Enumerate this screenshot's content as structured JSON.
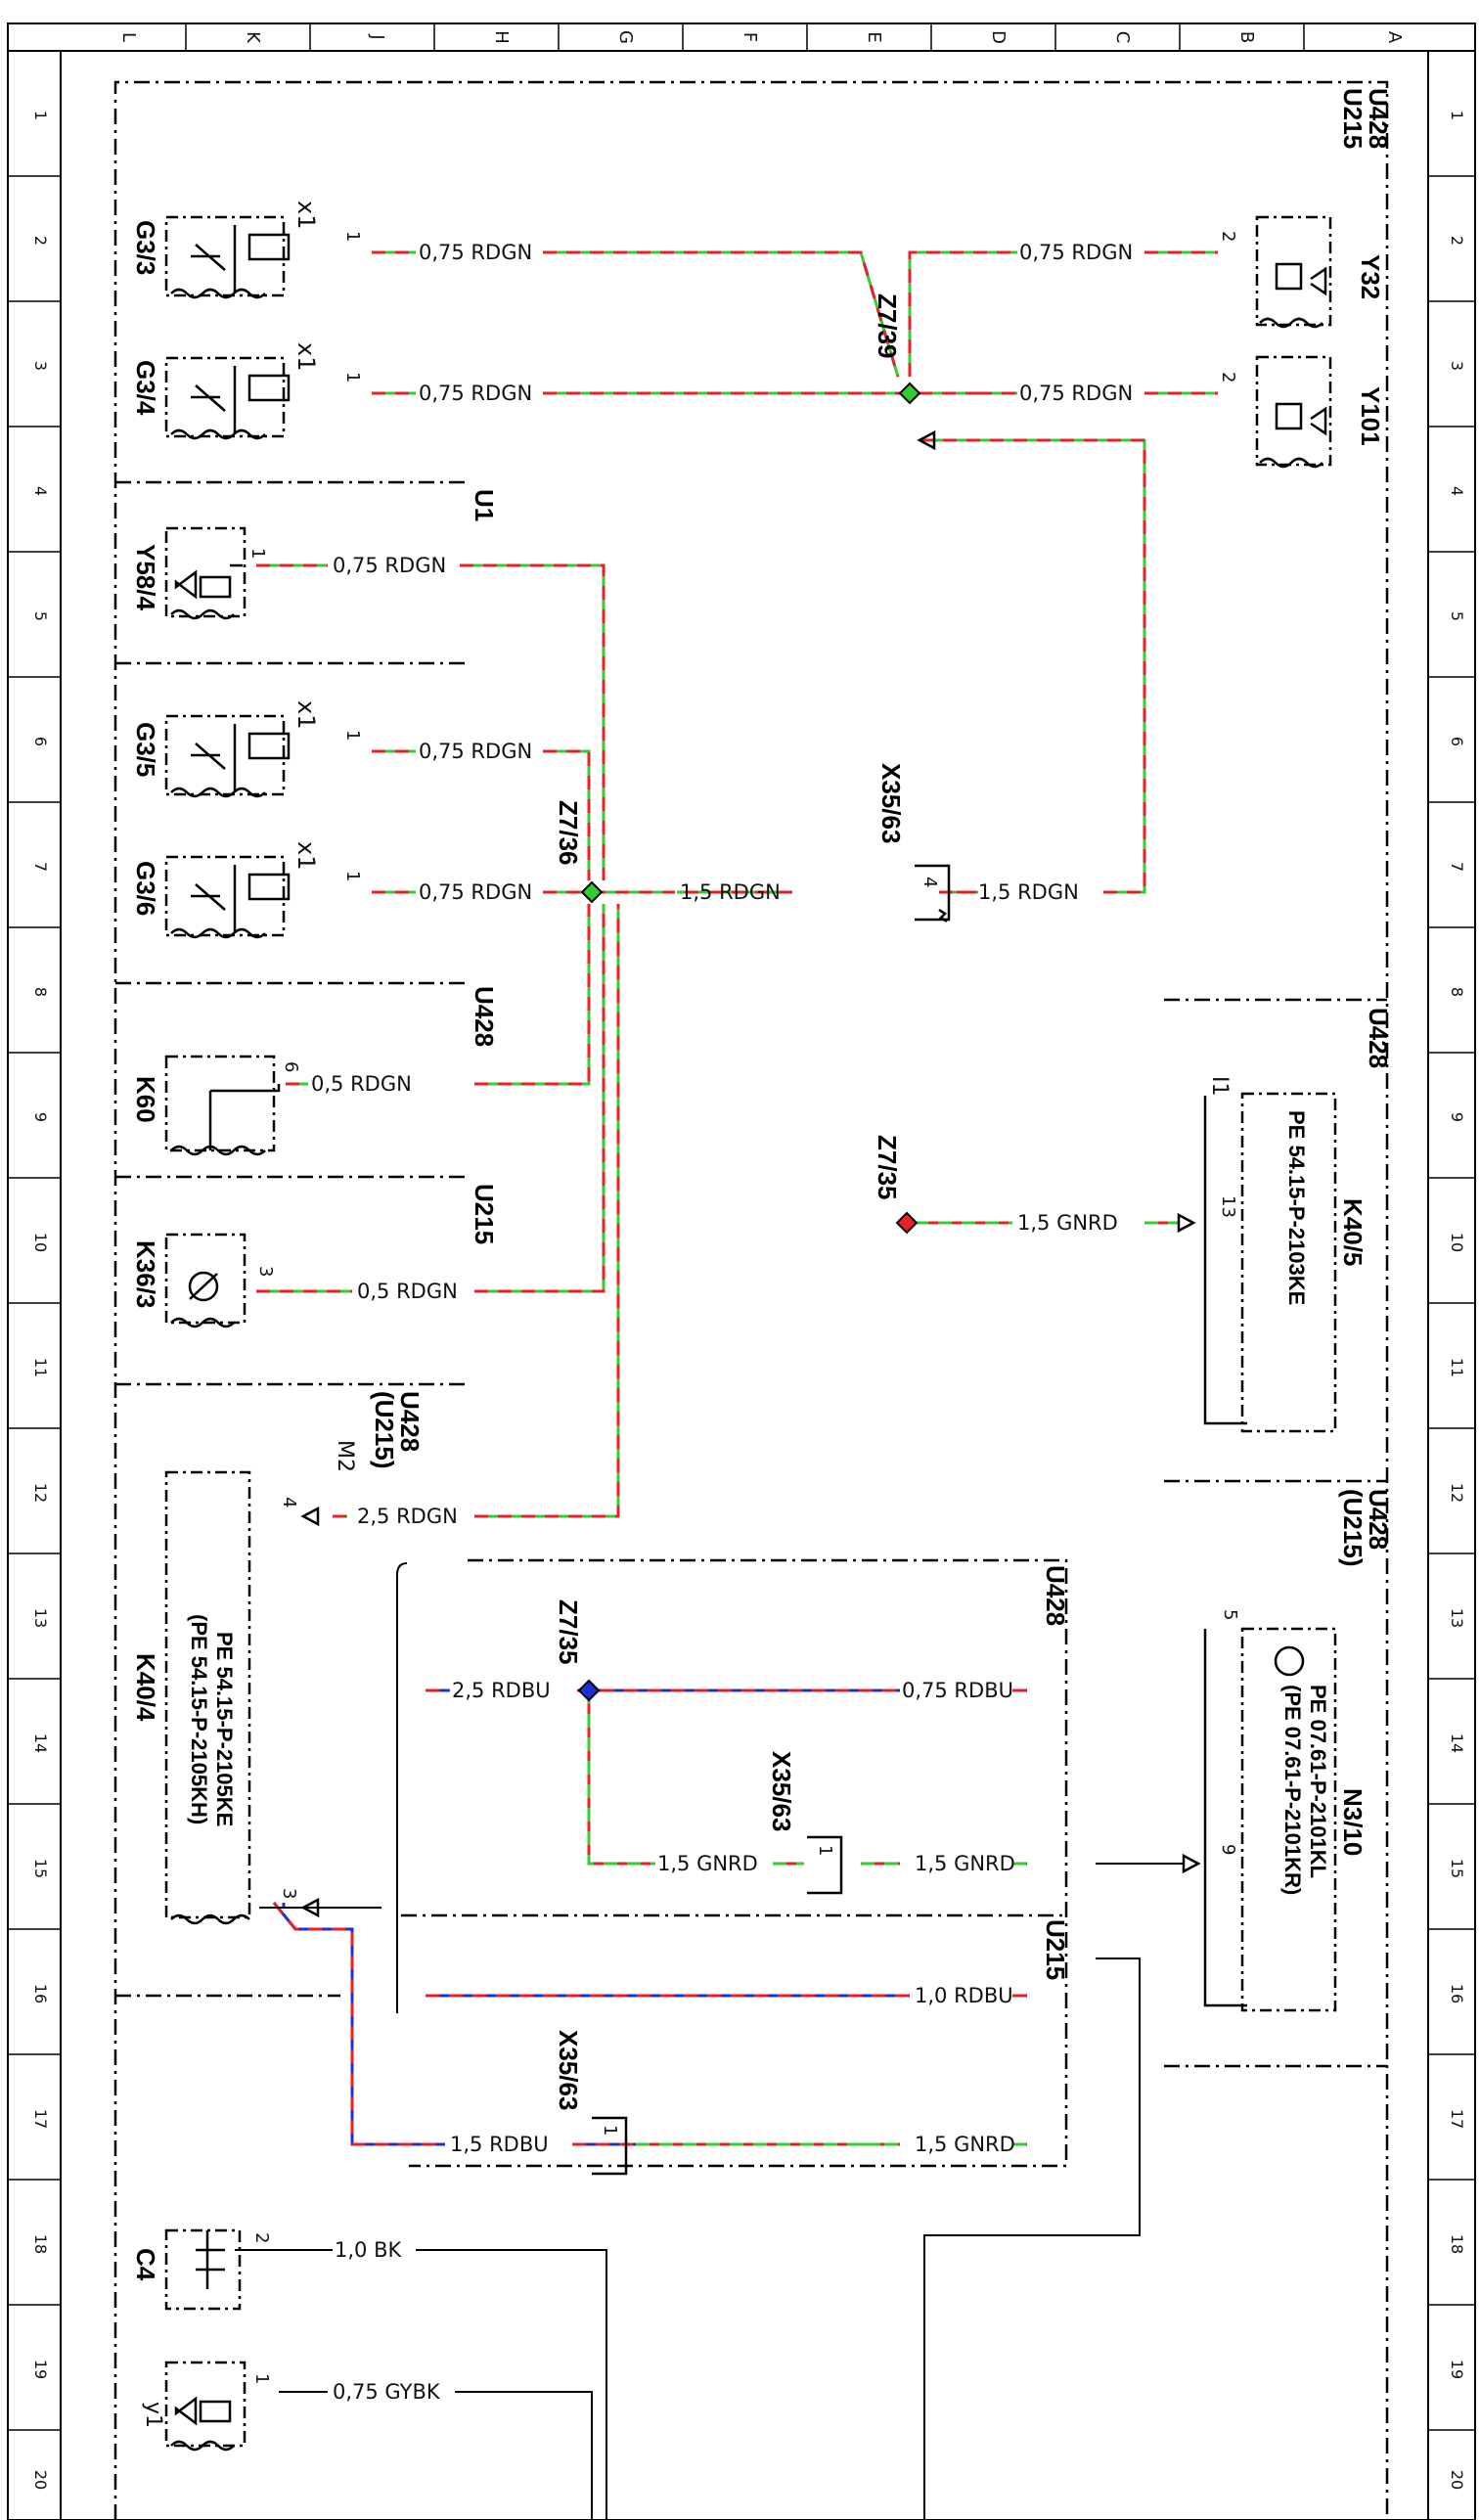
{
  "grid": {
    "columns": [
      "L",
      "K",
      "J",
      "H",
      "G",
      "F",
      "E",
      "D",
      "C",
      "B",
      "A"
    ],
    "rows": [
      "1",
      "2",
      "3",
      "4",
      "5",
      "6",
      "7",
      "8",
      "9",
      "10",
      "11",
      "12",
      "13",
      "14",
      "15",
      "16",
      "17",
      "18",
      "19",
      "20"
    ]
  },
  "colors": {
    "red": "#e8202a",
    "green": "#33cc33",
    "blue": "#1f2fd6",
    "black": "#000000"
  },
  "regions": {
    "U428_U215_top": [
      "U428",
      "U215"
    ],
    "U1": "U1",
    "U428": "U428",
    "U215": "U215",
    "U428_paren_U215": [
      "U428",
      "(U215)"
    ],
    "right_U428": "U428",
    "right_U428_U215": [
      "U428",
      "(U215)"
    ],
    "inner_U428": "U428",
    "inner_U215": "U215"
  },
  "components": {
    "G3_3": "G3/3",
    "G3_4": "G3/4",
    "Y58_4": "Y58/4",
    "G3_5": "G3/5",
    "G3_6": "G3/6",
    "K60": "K60",
    "K36_3": "K36/3",
    "K40_4": "K40/4",
    "C4": "C4",
    "Y32": "Y32",
    "Y101": "Y101",
    "K40_5": "K40/5",
    "N3_10": "N3/10",
    "x1": "x1",
    "y1": "y1",
    "K40_4_ref1": "PE 54.15-P-2105KE",
    "K40_4_ref2": "(PE 54.15-P-2105KH)",
    "K40_5_ref": "PE 54.15-P-2103KE",
    "N3_10_ref1": "PE 07.61-P-2101KL",
    "N3_10_ref2": "(PE 07.61-P-2101KR)"
  },
  "connectors": {
    "Z7_39": "Z7/39",
    "Z7_36": "Z7/36",
    "Z7_35a": "Z7/35",
    "Z7_35b": "Z7/35",
    "X35_63a": "X35/63",
    "X35_63b": "X35/63",
    "X35_63c": "X35/63",
    "I1": "I1",
    "M2": "M2"
  },
  "pins": [
    "1",
    "2",
    "3",
    "4",
    "5",
    "6",
    "9",
    "13"
  ],
  "wires": {
    "w_g33": "0,75 RDGN",
    "w_g34": "0,75 RDGN",
    "w_y32": "0,75 RDGN",
    "w_y101": "0,75 RDGN",
    "w_y584": "0,75 RDGN",
    "w_g35": "0,75 RDGN",
    "w_g36": "0,75 RDGN",
    "w_15a": "1,5 RDGN",
    "w_15b": "1,5 RDGN",
    "w_k60": "0,5 RDGN",
    "w_k363": "0,5 RDGN",
    "w_gnrd_k405": "1,5 GNRD",
    "w_25rdgn": "2,5 RDGN",
    "w_25rdbu": "2,5 RDBU",
    "w_075rdbu": "0,75 RDBU",
    "w_15gnrd_a": "1,5 GNRD",
    "w_15gnrd_b": "1,5 GNRD",
    "w_10rdbu": "1,0 RDBU",
    "w_15rdbu": "1,5 RDBU",
    "w_15gnrd_c": "1,5 GNRD",
    "w_bk": "1,0 BK",
    "w_gybk": "0,75 GYBK"
  }
}
